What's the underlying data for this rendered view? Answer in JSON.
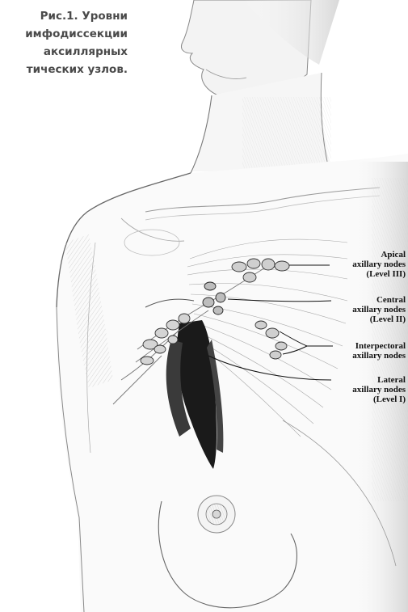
{
  "caption": {
    "line1": "Рис.1. Уровни",
    "line2": "имфодиссекции",
    "line3": "аксиллярных",
    "line4": "тических узлов."
  },
  "labels": {
    "apical": {
      "line1": "Apical",
      "line2": "axillary nodes",
      "line3": "(Level III)"
    },
    "central": {
      "line1": "Central",
      "line2": "axillary nodes",
      "line3": "(Level II)"
    },
    "interpectoral": {
      "line1": "Interpectoral",
      "line2": "axillary nodes"
    },
    "lateral": {
      "line1": "Lateral",
      "line2": "axillary nodes",
      "line3": "(Level I)"
    }
  }
}
